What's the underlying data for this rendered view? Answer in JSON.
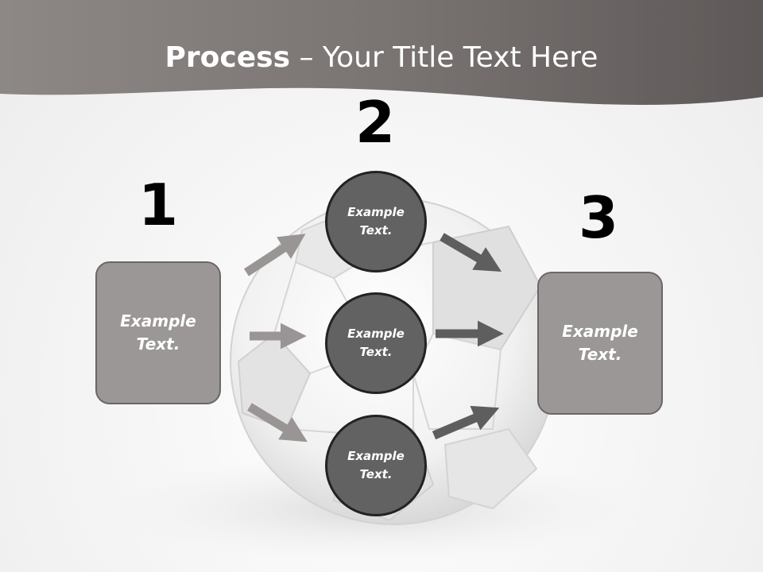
{
  "title": {
    "bold": "Process",
    "rest": " – Your Title Text Here"
  },
  "steps": [
    {
      "number": "1",
      "text": "Example\nText."
    },
    {
      "number": "2",
      "circles": [
        {
          "text": "Example\nText."
        },
        {
          "text": "Example\nText."
        },
        {
          "text": "Example\nText."
        }
      ]
    },
    {
      "number": "3",
      "text": "Example\nText."
    }
  ],
  "colors": {
    "header": "#6f6a6a",
    "box_fill": "#9b9796",
    "circle_fill": "#626262",
    "arrow_light": "#9a9595",
    "arrow_dark": "#5e5e5e"
  }
}
